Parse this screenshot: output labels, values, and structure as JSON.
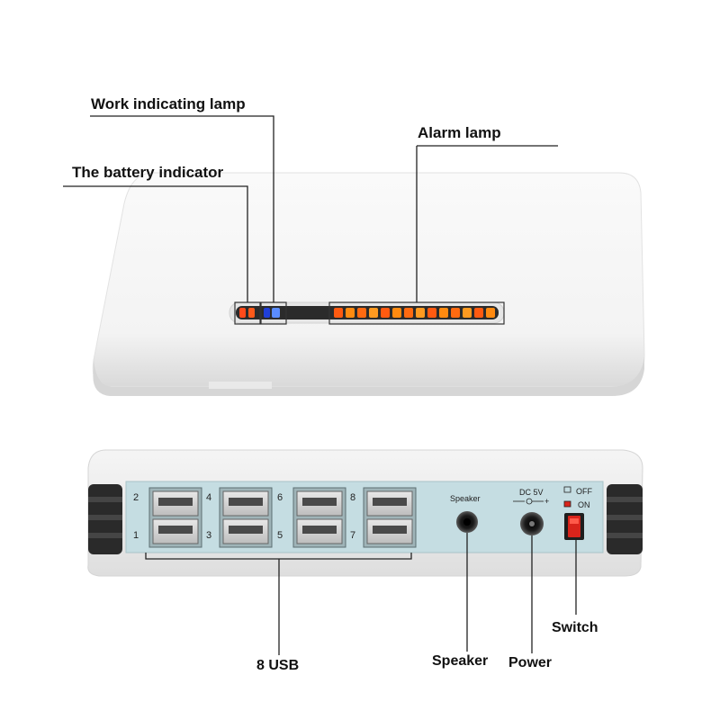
{
  "labels": {
    "work_lamp": "Work indicating lamp",
    "alarm_lamp": "Alarm lamp",
    "battery_indicator": "The battery indicator",
    "usb": "8 USB",
    "speaker": "Speaker",
    "power": "Power",
    "switch": "Switch"
  },
  "panel": {
    "speaker": "Speaker",
    "dc": "DC 5V",
    "off": "OFF",
    "on": "ON",
    "port_numbers": [
      "2",
      "1",
      "4",
      "3",
      "6",
      "5",
      "8",
      "7"
    ]
  },
  "colors": {
    "led_red": "#ff4a1a",
    "led_orange": "#ff8a10",
    "led_blue": "#2a5cff",
    "panel_blue": "#c5dde2",
    "switch_red": "#d8241b"
  }
}
